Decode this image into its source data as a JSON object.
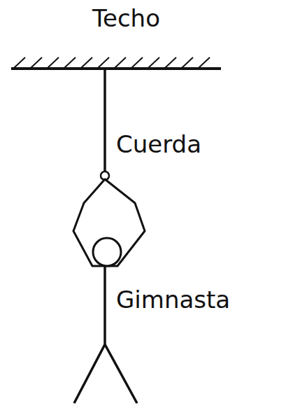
{
  "diagram": {
    "labels": [
      "Techo",
      "Cuerda",
      "Gimnasta"
    ]
  }
}
